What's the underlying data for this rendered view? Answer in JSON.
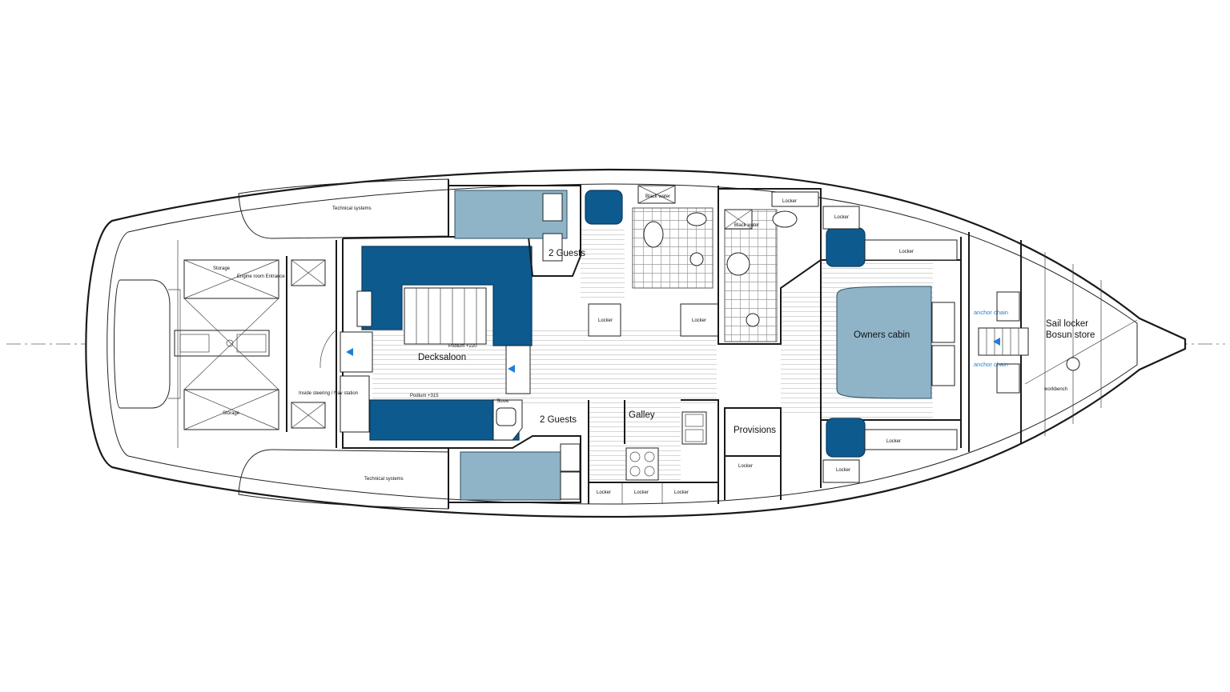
{
  "labels": {
    "technical_systems": "Technical systems",
    "storage": "Storage",
    "engine_room_entrance": "Engine room Entrance",
    "inside_steering": "Inside steering / Nav station",
    "decksaloon": "Decksaloon",
    "podium_220": "Podium +220",
    "podium_315": "Podium +315",
    "stove": "Stove",
    "guests": "2 Guests",
    "galley": "Galley",
    "provisions": "Provisions",
    "locker": "Locker",
    "black_water": "Black water",
    "owners_cabin": "Owners cabin",
    "anchor_chain": "anchor chain",
    "sail_locker": "Sail locker",
    "bosun_store": "Bosun store",
    "workbench": "workbench"
  },
  "colors": {
    "light_upholstery": "#8fb4c8",
    "dark_upholstery": "#0d5a8f",
    "accent_blue": "#1f7fd6"
  }
}
